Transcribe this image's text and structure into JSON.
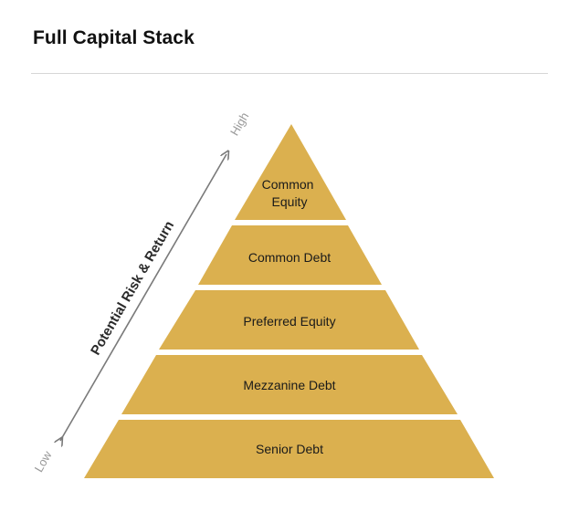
{
  "title": "Full Capital Stack",
  "axis": {
    "label": "Potential Risk & Return",
    "high": "High",
    "low": "Low"
  },
  "tiers": [
    {
      "label_lines": [
        "Common",
        "Equity"
      ]
    },
    {
      "label_lines": [
        "Common Debt"
      ]
    },
    {
      "label_lines": [
        "Preferred Equity"
      ]
    },
    {
      "label_lines": [
        "Mezzanine Debt"
      ]
    },
    {
      "label_lines": [
        "Senior Debt"
      ]
    }
  ],
  "colors": {
    "tier_fill": "#dbb04f",
    "arrow": "#7a7a7a"
  }
}
